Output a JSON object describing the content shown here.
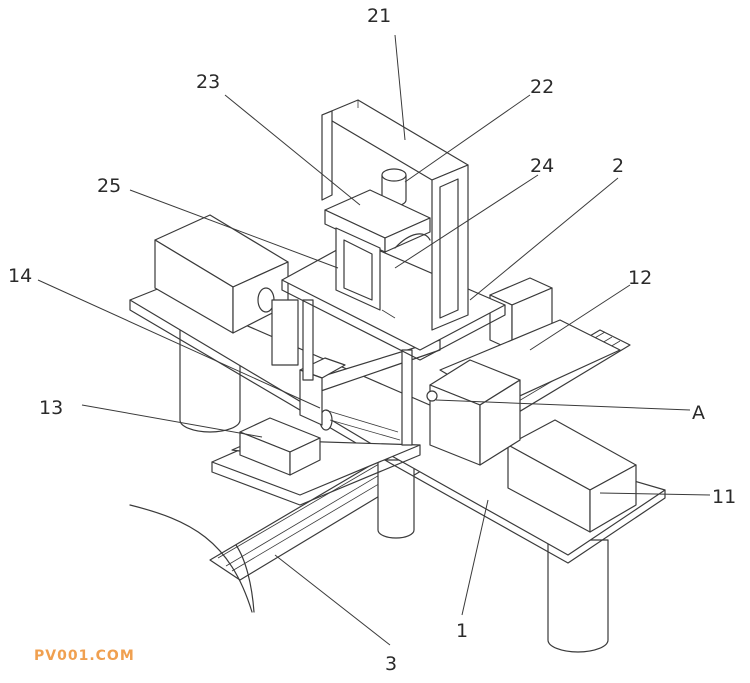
{
  "labels": {
    "l21": "21",
    "l22": "22",
    "l23": "23",
    "l24": "24",
    "l25": "25",
    "l2": "2",
    "l14": "14",
    "l12": "12",
    "l13": "13",
    "lA": "A",
    "l11": "11",
    "l1": "1",
    "l3": "3"
  },
  "watermark": "PV001.COM",
  "colors": {
    "line": "#3a3a3a",
    "watermark": "#f0a050"
  }
}
